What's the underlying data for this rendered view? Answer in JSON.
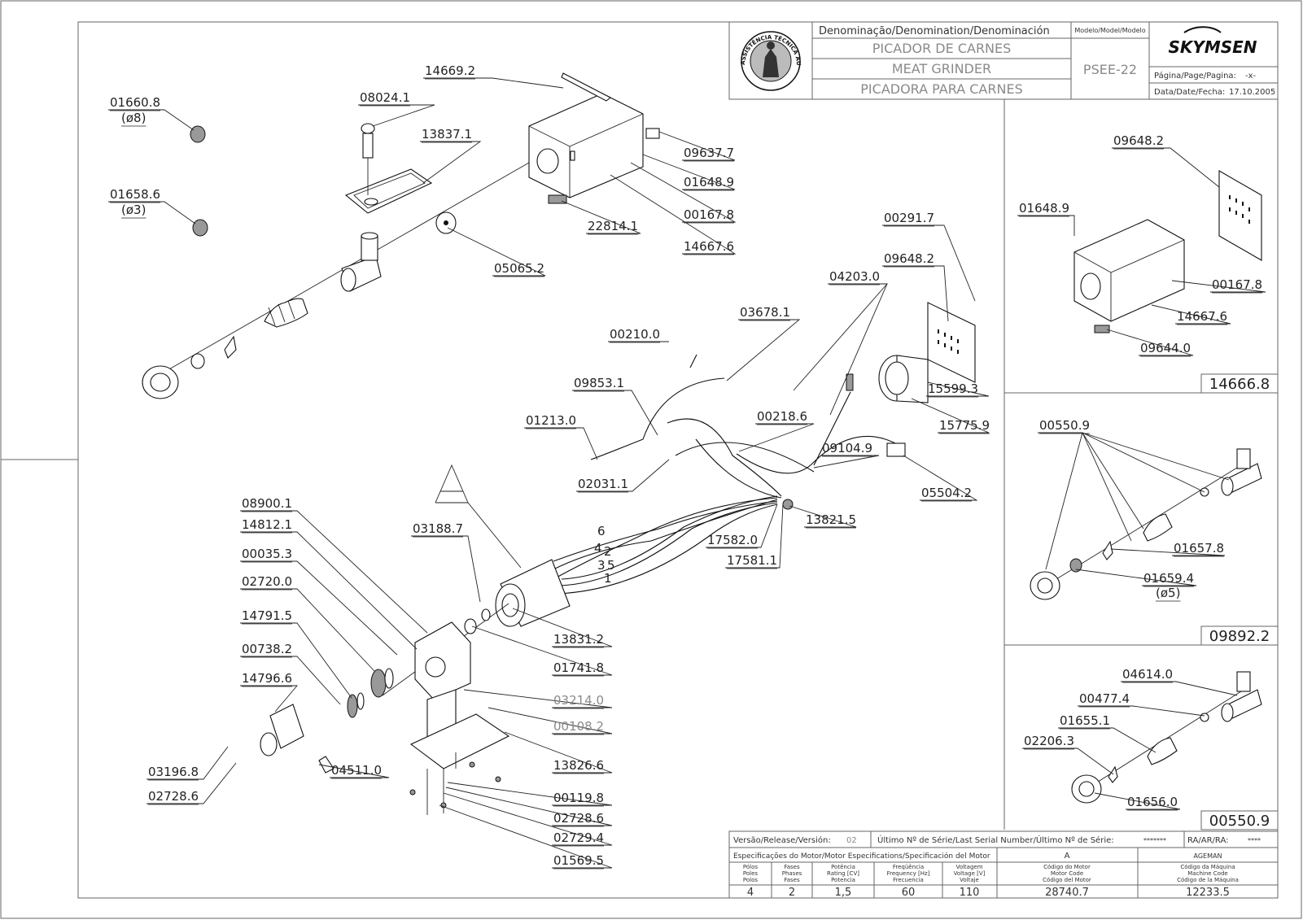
{
  "title_block": {
    "denomination_label": "Denominação/Denomination/Denominación",
    "names": [
      "PICADOR DE CARNES",
      "MEAT GRINDER",
      "PICADORA PARA CARNES"
    ],
    "model_label": "Modelo/Model/Modelo",
    "model": "PSEE-22",
    "brand": "SKYMSEN",
    "page_label": "Página/Page/Pagina:",
    "page_value": "-x-",
    "date_label": "Data/Date/Fecha:",
    "date_value": "17.10.2005",
    "seal_text": "ASSISTÊNCIA TÉCNICA AUTORIZADA"
  },
  "main_parts": [
    "14669.2",
    "08024.1",
    "13837.1",
    "01660.8",
    "(ø8)",
    "01658.6",
    "(ø3)",
    "09637.7",
    "01648.9",
    "00167.8",
    "14667.6",
    "22814.1",
    "05065.2",
    "00291.7",
    "09648.2",
    "04203.0",
    "03678.1",
    "00210.0",
    "09853.1",
    "01213.0",
    "00218.6",
    "09104.9",
    "15599.3",
    "15775.9",
    "05504.2",
    "02031.1",
    "13821.5",
    "17582.0",
    "17581.1",
    "A",
    "03188.7",
    "08900.1",
    "14812.1",
    "00035.3",
    "02720.0",
    "14791.5",
    "00738.2",
    "14796.6",
    "03196.8",
    "02728.6",
    "04511.0",
    "13831.2",
    "01741.8",
    "03214.0",
    "00108.2",
    "13826.6",
    "00119.8",
    "02728.6",
    "02729.4",
    "01569.5"
  ],
  "wire_numbers": [
    "6",
    "4",
    "2",
    "3",
    "5",
    "1"
  ],
  "detail_1": {
    "code": "14666.8",
    "parts": [
      "09648.2",
      "01648.9",
      "00167.8",
      "14667.6",
      "09644.0"
    ]
  },
  "detail_2": {
    "code": "09892.2",
    "parts": [
      "00550.9",
      "01657.8",
      "01659.4",
      "(ø5)"
    ]
  },
  "detail_3": {
    "code": "00550.9",
    "parts": [
      "04614.0",
      "00477.4",
      "01655.1",
      "02206.3",
      "01656.0"
    ]
  },
  "bottom_block": {
    "release_label": "Versão/Release/Versión:",
    "release_value": "02",
    "serial_label": "Último Nº de Série/Last Serial Number/Último Nº de Série:",
    "serial_value": "*******",
    "ra_label": "RA/AR/RA:",
    "ra_value": "****",
    "motor_spec_label": "Especificações do Motor/Motor Especifications/Specificación del Motor",
    "col_a": "A",
    "col_ageman": "AGEMAN",
    "headers": [
      [
        "Pólos",
        "Poles",
        "Polos"
      ],
      [
        "Fases",
        "Phases",
        "Fases"
      ],
      [
        "Potência",
        "Rating [CV]",
        "Potencia"
      ],
      [
        "Freqüência",
        "Frequency [Hz]",
        "Frecuencia"
      ],
      [
        "Voltagem",
        "Voltage [V]",
        "Voltaje"
      ],
      [
        "Código do Motor",
        "Motor Code",
        "Código del Motor"
      ],
      [
        "Código da Máquina",
        "Machine Code",
        "Código de la Máquina"
      ]
    ],
    "values": [
      "4",
      "2",
      "1,5",
      "60",
      "110",
      "28740.7",
      "12233.5"
    ]
  },
  "colors": {
    "line": "#222222",
    "grey_label": "#8a8a8a",
    "frame": "#666666"
  }
}
